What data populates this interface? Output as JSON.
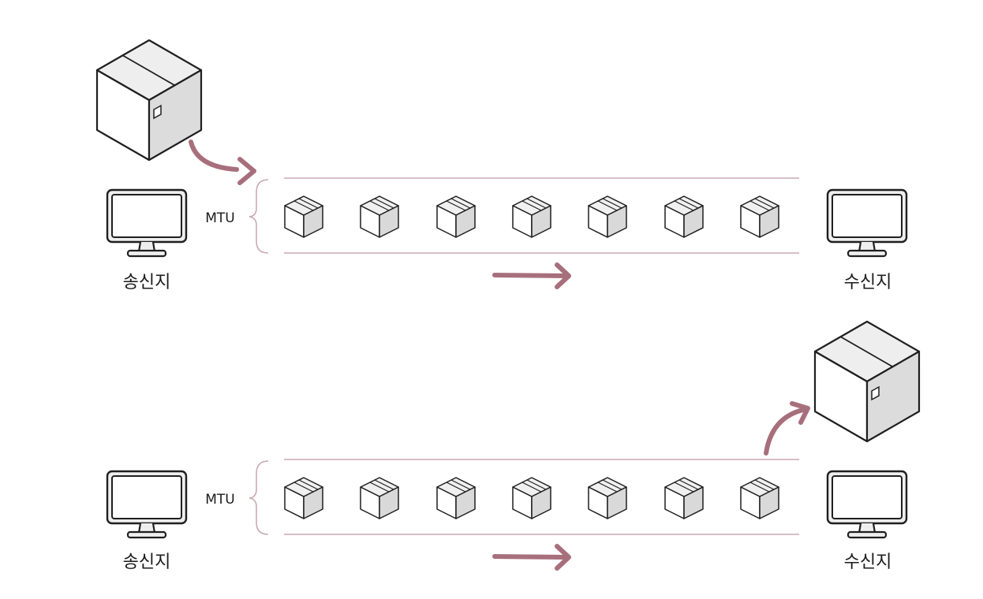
{
  "colors": {
    "accent": "#a76f7c",
    "lane": "#c9a9b1",
    "stroke": "#1f1f1f",
    "box_light": "#f0f0f0",
    "box_mid": "#e7e7e7",
    "box_dark": "#d6d6d6"
  },
  "icons": {
    "host": "monitor-icon",
    "packet": "box-icon",
    "message": "large-box-icon"
  },
  "top_row": {
    "mtu_label": "MTU",
    "sender_label": "송신지",
    "receiver_label": "수신지",
    "packet_count": 7
  },
  "bottom_row": {
    "mtu_label": "MTU",
    "sender_label": "송신지",
    "receiver_label": "수신지",
    "packet_count": 7
  }
}
